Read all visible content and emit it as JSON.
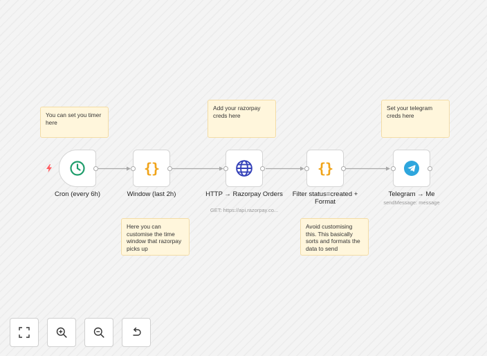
{
  "stickies": {
    "timer_note": "You can set you timer here",
    "razorpay_creds_note": "Add your razorpay creds here",
    "telegram_creds_note": "Set your telegram creds here",
    "window_note": "Here you can customise the time window that razorpay picks up",
    "filter_note": "Avoid customising this. This basically sorts and formats the data to send"
  },
  "nodes": [
    {
      "label": "Cron (every 6h)",
      "subtitle": "",
      "icon": "clock-icon"
    },
    {
      "label": "Window (last 2h)",
      "subtitle": "",
      "icon": "code-braces-icon"
    },
    {
      "label": "HTTP → Razorpay Orders",
      "subtitle": "GET: https://api.razorpay.co...",
      "icon": "globe-icon"
    },
    {
      "label": "Filter status=created + Format",
      "subtitle": "",
      "icon": "code-braces-icon"
    },
    {
      "label": "Telegram → Me",
      "subtitle": "sendMessage: message",
      "icon": "telegram-icon"
    }
  ],
  "brace_glyph": "{}",
  "trigger_marker_icon": "lightning-icon",
  "toolbar": [
    {
      "name": "fit-view",
      "icon": "expand-icon"
    },
    {
      "name": "zoom-in",
      "icon": "zoom-in-icon"
    },
    {
      "name": "zoom-out",
      "icon": "zoom-out-icon"
    },
    {
      "name": "undo",
      "icon": "undo-icon"
    }
  ],
  "colors": {
    "clock": "#1f9d6b",
    "braces": "#f0a41a",
    "globe": "#3340b8",
    "telegram": "#2ea6dd",
    "trigger_bolt": "#ff5a5f",
    "sticky_bg": "#fff6dc"
  }
}
